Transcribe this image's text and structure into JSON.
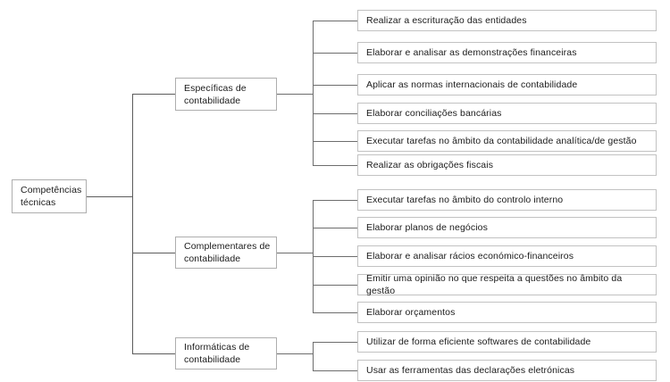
{
  "diagram": {
    "title": "Competências técnicas",
    "type": "tree",
    "orientation": "left-to-right",
    "colors": {
      "box_border": "#b9b9b9",
      "leaf_border": "#c2c2c2",
      "connector": "#6d6d6d",
      "text": "#1b1b1b",
      "background": "#ffffff"
    },
    "root": {
      "label": "Competências\ntécnicas"
    },
    "branches": [
      {
        "label": "Específicas de\ncontabilidade",
        "leaves": [
          {
            "label": "Realizar a escrituração das entidades"
          },
          {
            "label": "Elaborar e analisar as demonstrações financeiras"
          },
          {
            "label": "Aplicar as normas internacionais de contabilidade"
          },
          {
            "label": "Elaborar conciliações bancárias"
          },
          {
            "label": "Executar tarefas no âmbito da contabilidade analítica/de gestão"
          },
          {
            "label": "Realizar as obrigações fiscais"
          }
        ]
      },
      {
        "label": "Complementares de\ncontabilidade",
        "leaves": [
          {
            "label": "Executar tarefas no âmbito do controlo interno"
          },
          {
            "label": "Elaborar planos de negócios"
          },
          {
            "label": "Elaborar e analisar rácios económico-financeiros"
          },
          {
            "label": "Emitir uma opinião no que respeita a questões no âmbito da gestão"
          },
          {
            "label": "Elaborar orçamentos"
          }
        ]
      },
      {
        "label": "Informáticas de\ncontabilidade",
        "leaves": [
          {
            "label": "Utilizar de forma eficiente softwares de contabilidade"
          },
          {
            "label": "Usar as ferramentas das declarações eletrónicas"
          }
        ]
      }
    ]
  }
}
